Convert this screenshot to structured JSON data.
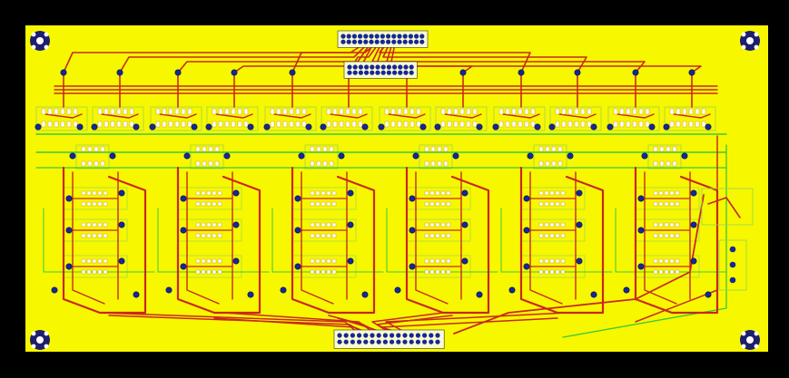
{
  "window": {
    "title": ""
  },
  "colors": {
    "background": "#000000",
    "board": "#f7f700",
    "trace_top": "#c8281e",
    "trace_bottom": "#3cc83c",
    "via": "#142896",
    "pad": "#ffffff",
    "mounting_hole": "#1e1e6e",
    "outline": "#9ad84a"
  },
  "board": {
    "channel_count": 6,
    "connectors": [
      {
        "name": "top-header",
        "rows": 2,
        "pins_per_row": 15
      },
      {
        "name": "top-header-inner",
        "rows": 2,
        "pins_per_row": 12
      },
      {
        "name": "bottom-header",
        "rows": 2,
        "pins_per_row": 16
      }
    ],
    "mounting_holes": [
      "top-left",
      "top-right",
      "bottom-left",
      "bottom-right"
    ],
    "side_block": {
      "name": "power-input",
      "terminals": 3
    }
  }
}
